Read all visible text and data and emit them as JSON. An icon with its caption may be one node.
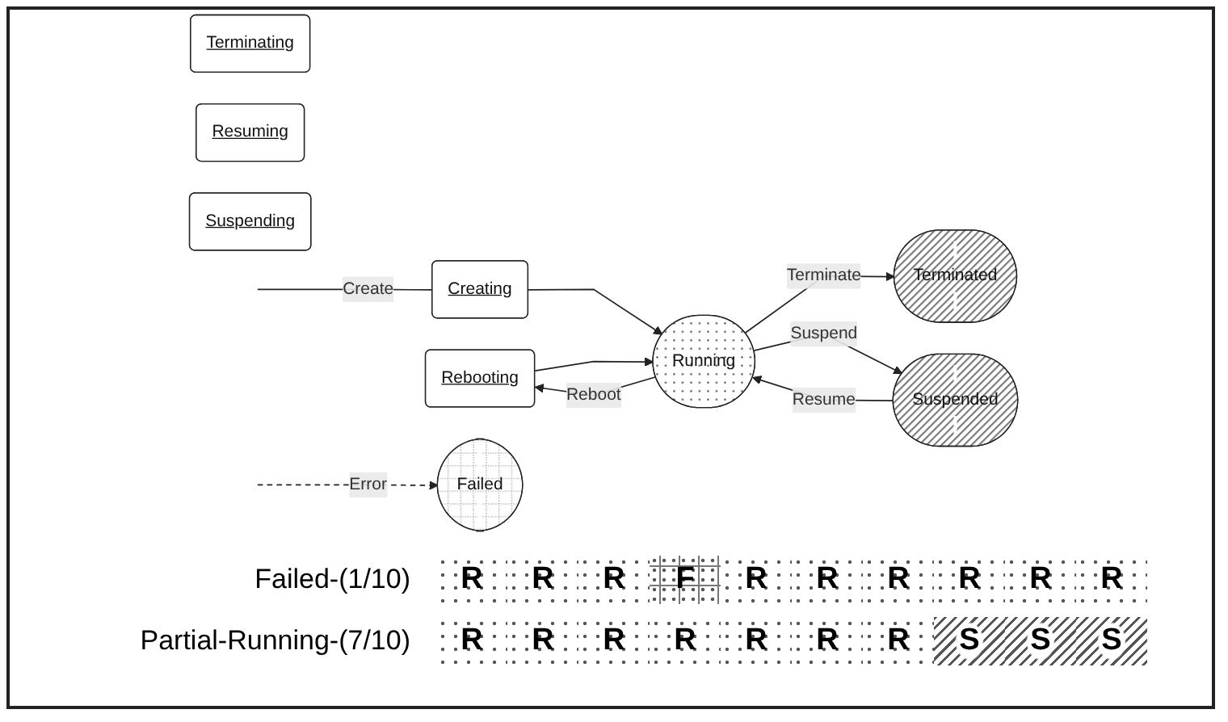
{
  "diagram": {
    "nodes": [
      {
        "text": [
          "Rebooting"
        ]
      },
      {
        "text": [
          "Terminating"
        ]
      },
      {
        "text": [
          "Terminated"
        ]
      },
      {
        "text": [
          "Creating"
        ]
      },
      {
        "text": [
          "Running"
        ]
      },
      {
        "text": [
          "Resuming"
        ]
      },
      {
        "text": [
          "Suspending"
        ]
      },
      {
        "text": [
          "Failed"
        ]
      },
      {
        "text": [
          "Suspended"
        ]
      }
    ],
    "edges": [
      {
        "from": null,
        "to": 3,
        "arrow": "none",
        "label": "Create"
      },
      {
        "from": 3,
        "to": 4,
        "arrow": "to"
      },
      {
        "from": 0,
        "to": 4,
        "arrow": "to"
      },
      {
        "from": 4,
        "to": 0,
        "arrow": "to",
        "label": "Reboot"
      },
      {
        "from": 4,
        "to": 2,
        "arrow": "to",
        "label": "Terminate"
      },
      {
        "from": 4,
        "to": 8,
        "arrow": "to",
        "label": "Suspend"
      },
      {
        "from": 8,
        "to": 4,
        "arrow": "to",
        "label": "Resume"
      },
      {
        "from": null,
        "to": 7,
        "arrow": "to",
        "style": "dashed",
        "label": "Error"
      }
    ],
    "labels": [
      "Failed-(1/10)",
      "R",
      "R",
      "R",
      "F",
      "R",
      "R",
      "R",
      "R",
      "R",
      "R",
      "Partial-Running-(7/10)",
      "R",
      "R",
      "R",
      "R",
      "R",
      "R",
      "R",
      "S",
      "S",
      "S"
    ]
  }
}
